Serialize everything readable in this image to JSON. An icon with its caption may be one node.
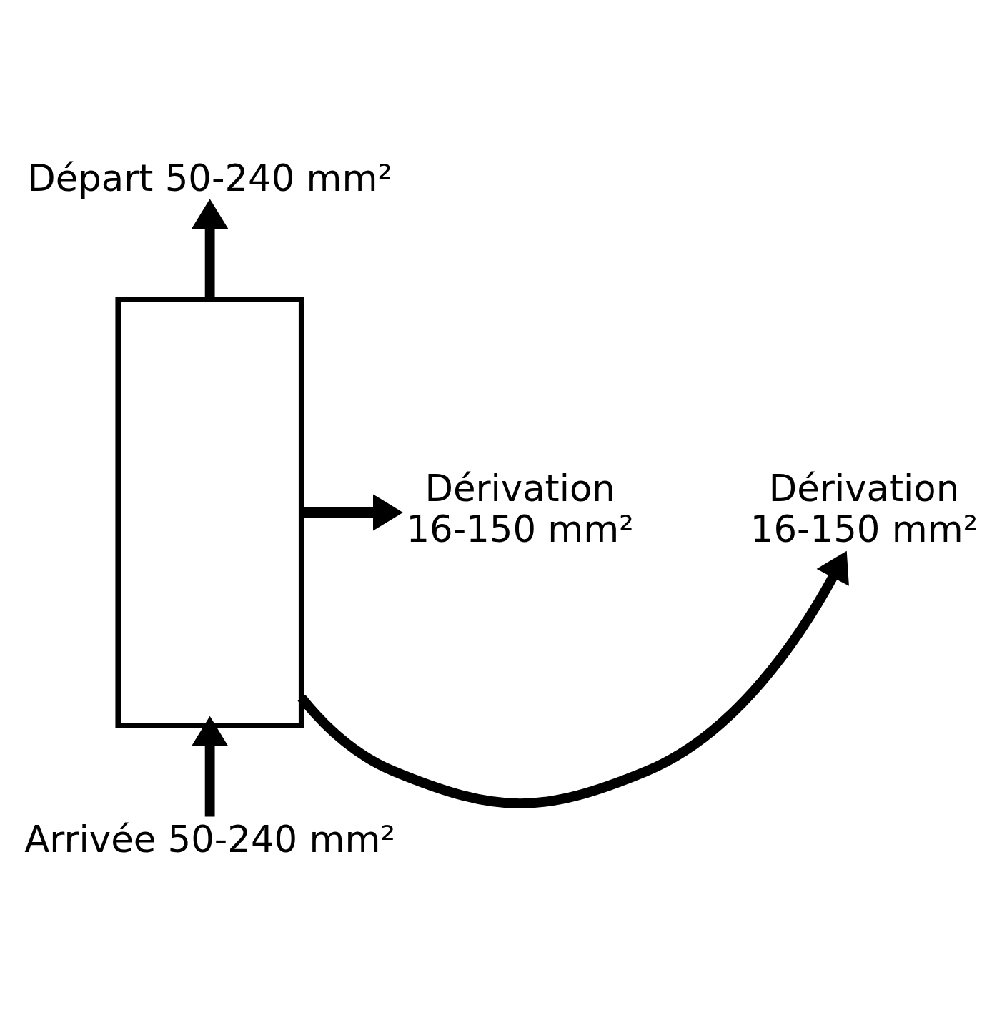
{
  "diagram": {
    "nodes": [
      {
        "text": [
          "Départ 50-240 mm²"
        ]
      },
      {
        "text": [
          "Dérivation 16-150 mm²"
        ]
      },
      {
        "text": [
          "Dérivation 16-150 mm²"
        ]
      },
      {
        "text": [],
        "shape": "box"
      },
      {
        "text": [
          "Arrivée 50-240 mm²"
        ]
      }
    ],
    "edges": [
      {
        "from": 4,
        "to": 3,
        "arrow": "to"
      },
      {
        "from": 3,
        "to": 0,
        "arrow": "to"
      },
      {
        "from": 3,
        "to": 1,
        "arrow": "to"
      },
      {
        "from": 3,
        "to": 2,
        "arrow": "to"
      }
    ]
  }
}
